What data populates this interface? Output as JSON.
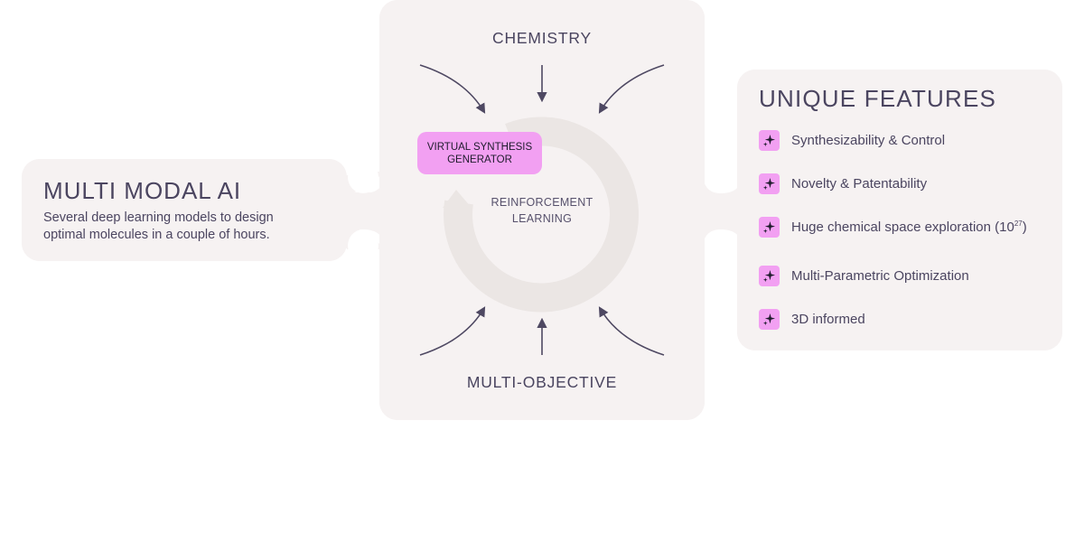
{
  "left_card": {
    "title": "MULTI MODAL AI",
    "description": "Several deep learning models to design optimal molecules in a couple of hours."
  },
  "center_card": {
    "top_label": "CHEMISTRY",
    "bottom_label": "MULTI-OBJECTIVE",
    "cycle_label_line1": "REINFORCEMENT",
    "cycle_label_line2": "LEARNING",
    "generator_label": "VIRTUAL SYNTHESIS GENERATOR"
  },
  "right_card": {
    "title": "UNIQUE FEATURES",
    "features": [
      {
        "label": "Synthesizability & Control",
        "icon": "sparkle-icon"
      },
      {
        "label": "Novelty & Patentability",
        "icon": "sparkle-icon"
      },
      {
        "label": "Huge chemical space exploration (10",
        "superscript": "27",
        "suffix": ")",
        "icon": "sparkle-icon"
      },
      {
        "label": "Multi-Parametric Optimization",
        "icon": "sparkle-icon"
      },
      {
        "label": "3D informed",
        "icon": "sparkle-icon"
      }
    ]
  },
  "colors": {
    "card_background": "#f6f2f2",
    "ring": "#ebe6e4",
    "accent_pink": "#f2a0f2",
    "text": "#4b4560",
    "arrow": "#4e4862"
  }
}
